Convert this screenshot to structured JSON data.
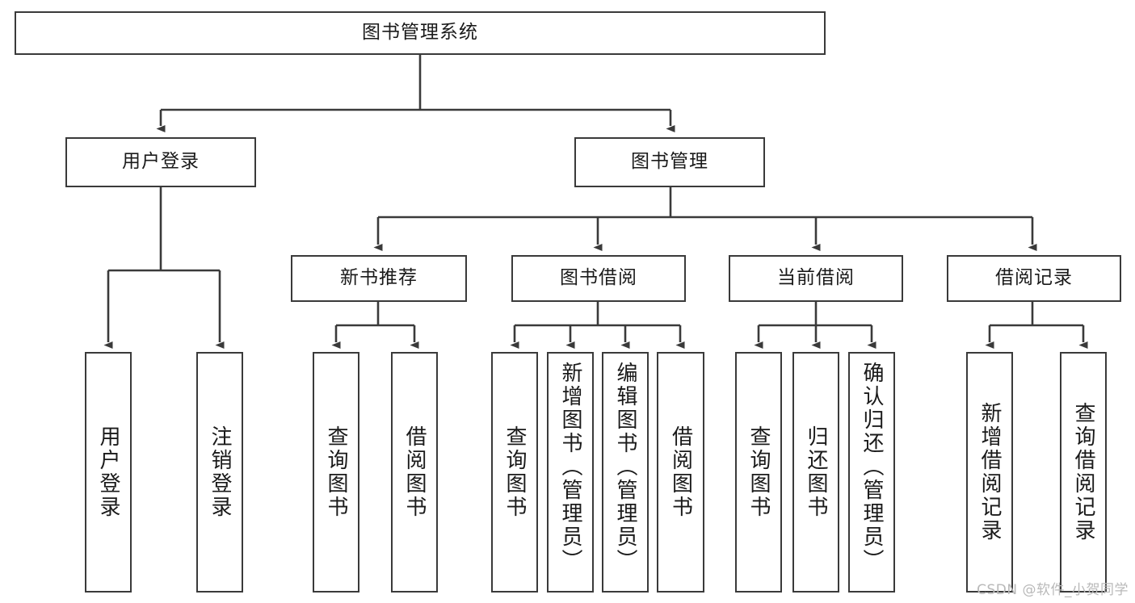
{
  "diagram": {
    "title": "图书管理系统",
    "type": "tree",
    "watermark": "CSDN @软件_小贺同学",
    "colors": {
      "border": "#3a3a3a",
      "background": "#ffffff",
      "text": "#1a1a1a",
      "connector": "#3a3a3a",
      "watermark": "#b9b9b9"
    },
    "levels": {
      "root": "图书管理系统",
      "level2": [
        "用户登录",
        "图书管理"
      ],
      "level3": [
        "新书推荐",
        "图书借阅",
        "当前借阅",
        "借阅记录"
      ],
      "leaves": [
        "用户登录",
        "注销登录",
        "查询图书",
        "借阅图书",
        "查询图书",
        "新增图书（管理员）",
        "编辑图书（管理员）",
        "借阅图书",
        "查询图书",
        "归还图书",
        "确认归还（管理员）",
        "新增借阅记录",
        "查询借阅记录"
      ]
    },
    "nodes": {
      "root": {
        "label": "图书管理系统"
      },
      "user_login": {
        "label": "用户登录"
      },
      "book_manage": {
        "label": "图书管理"
      },
      "new_book_rec": {
        "label": "新书推荐"
      },
      "book_borrow": {
        "label": "图书借阅"
      },
      "current_borrow": {
        "label": "当前借阅"
      },
      "borrow_record": {
        "label": "借阅记录"
      },
      "leaf_user_login": {
        "label": "用户登录"
      },
      "leaf_logout": {
        "label": "注销登录"
      },
      "leaf_query_book_a": {
        "label": "查询图书"
      },
      "leaf_borrow_book_a": {
        "label": "借阅图书"
      },
      "leaf_query_book_b": {
        "label": "查询图书"
      },
      "leaf_add_book": {
        "label": "新增图书（管理员）"
      },
      "leaf_edit_book": {
        "label": "编辑图书（管理员）"
      },
      "leaf_borrow_book_b": {
        "label": "借阅图书"
      },
      "leaf_query_book_c": {
        "label": "查询图书"
      },
      "leaf_return_book": {
        "label": "归还图书"
      },
      "leaf_confirm_return": {
        "label": "确认归还（管理员）"
      },
      "leaf_add_record": {
        "label": "新增借阅记录"
      },
      "leaf_query_record": {
        "label": "查询借阅记录"
      }
    }
  }
}
